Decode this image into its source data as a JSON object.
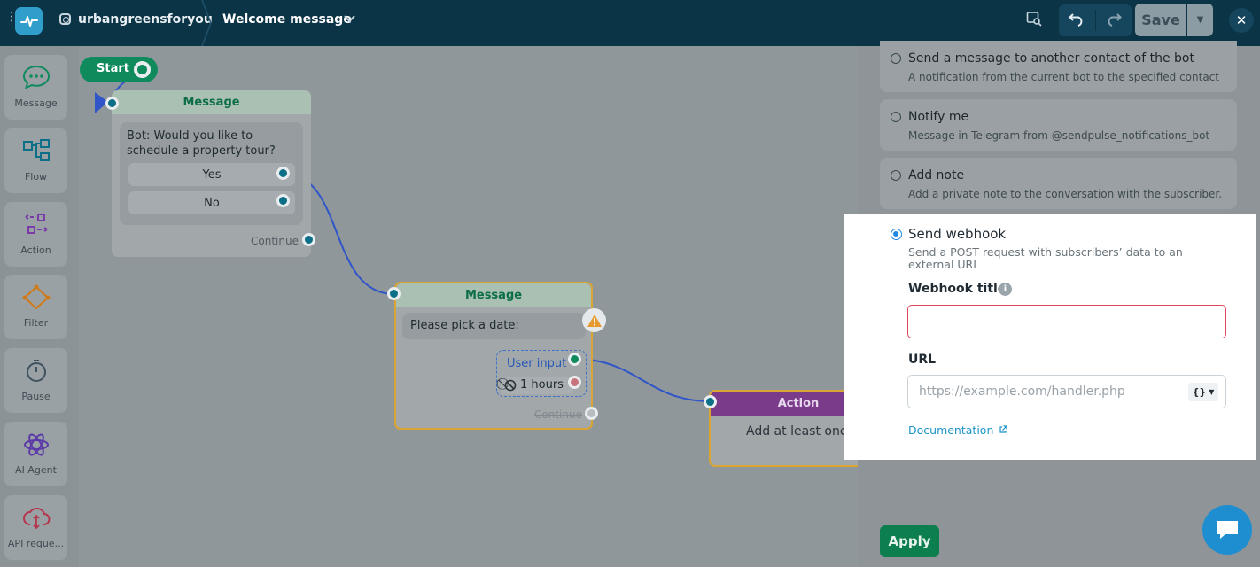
{
  "topbar": {
    "account": "urbangreensforyou",
    "flow_title": "Welcome message",
    "save_label": "Save"
  },
  "sidebar": {
    "items": [
      {
        "label": "Message",
        "icon": "chat-bubble-icon"
      },
      {
        "label": "Flow",
        "icon": "flow-icon"
      },
      {
        "label": "Action",
        "icon": "action-icon"
      },
      {
        "label": "Filter",
        "icon": "filter-icon"
      },
      {
        "label": "Pause",
        "icon": "stopwatch-icon"
      },
      {
        "label": "AI Agent",
        "icon": "ai-agent-icon"
      },
      {
        "label": "API reque...",
        "icon": "api-cloud-icon"
      }
    ]
  },
  "canvas": {
    "start_label": "Start",
    "node1": {
      "header": "Message",
      "text": "Bot: Would you like to schedule a property tour?",
      "buttons": [
        "Yes",
        "No"
      ],
      "continue_label": "Continue"
    },
    "node2": {
      "header": "Message",
      "text": "Please pick a date:",
      "user_input": "User input",
      "timeout": "1 hours",
      "continue_label": "Continue"
    },
    "node3": {
      "header": "Action",
      "text": "Add at least one t"
    }
  },
  "panel": {
    "options": [
      {
        "title": "Send a message to another contact of the bot",
        "desc": "A notification from the current bot to the specified contact"
      },
      {
        "title": "Notify me",
        "desc": "Message in Telegram from @sendpulse_notifications_bot"
      },
      {
        "title": "Add note",
        "desc": "Add a private note to the conversation with the subscriber."
      }
    ],
    "webhook": {
      "title": "Send webhook",
      "desc": "Send a POST request with subscribers’ data to an external URL",
      "title_label": "Webhook title",
      "title_value": "",
      "url_label": "URL",
      "url_placeholder": "https://example.com/handler.php",
      "var_button": "{}",
      "doc_link": "Documentation"
    },
    "apply_label": "Apply"
  },
  "colors": {
    "topbar": "#0c3447",
    "accent": "#1e88e5",
    "apply": "#0d7f4f",
    "error_border": "#e0455e"
  }
}
